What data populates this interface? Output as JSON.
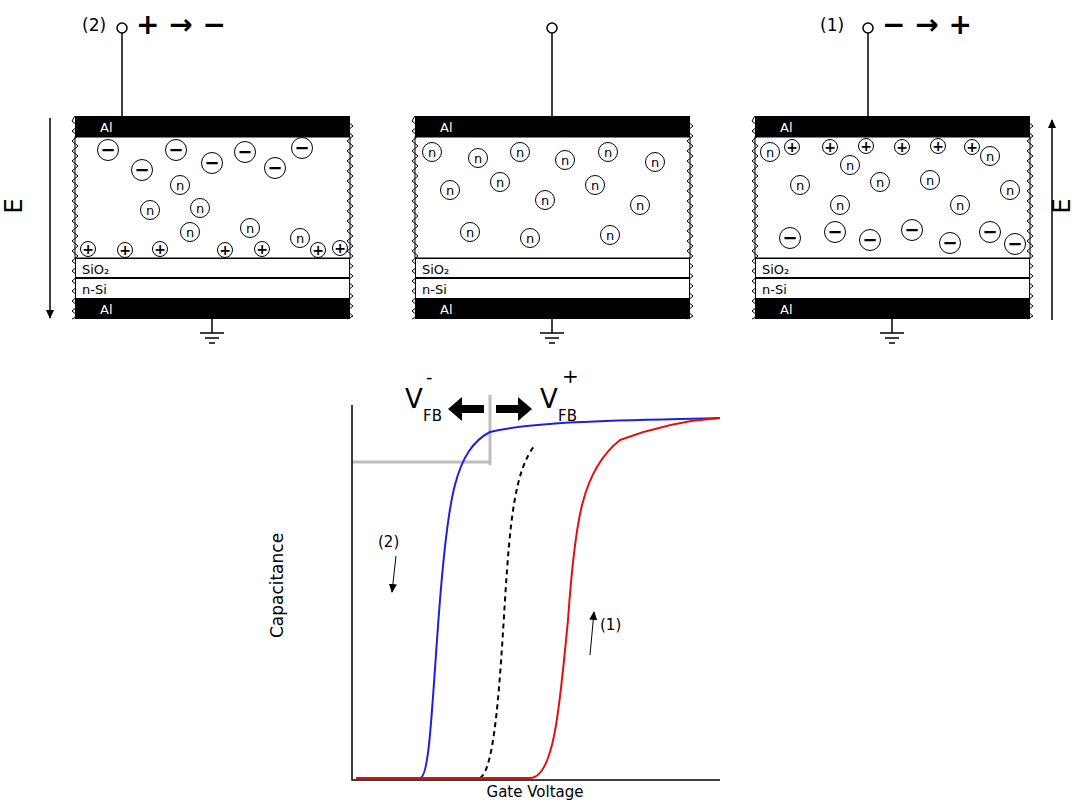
{
  "diagram": {
    "nodes": [
      {
        "text": [
          "Al"
        ]
      },
      {
        "text": [
          "−"
        ]
      },
      {
        "text": [
          "−"
        ]
      },
      {
        "text": [
          "−"
        ]
      },
      {
        "text": [
          "−"
        ]
      },
      {
        "text": [
          "−"
        ]
      },
      {
        "text": [
          "−"
        ]
      },
      {
        "text": [
          "−"
        ]
      },
      {
        "text": [
          "n"
        ]
      },
      {
        "text": [
          "n"
        ]
      },
      {
        "text": [
          "n"
        ]
      },
      {
        "text": [
          "n"
        ]
      },
      {
        "text": [
          "n"
        ]
      },
      {
        "text": [
          "n"
        ]
      },
      {
        "text": [
          "+"
        ]
      },
      {
        "text": [
          "+"
        ]
      },
      {
        "text": [
          "+"
        ]
      },
      {
        "text": [
          "+"
        ]
      },
      {
        "text": [
          "+"
        ]
      },
      {
        "text": [
          "+"
        ]
      },
      {
        "text": [
          "+"
        ]
      },
      {
        "text": [
          "SiO₂"
        ]
      },
      {
        "text": [
          "n-Si"
        ]
      },
      {
        "text": [
          "Al"
        ]
      },
      {
        "text": [
          "Al"
        ]
      },
      {
        "text": [
          "n"
        ]
      },
      {
        "text": [
          "n"
        ]
      },
      {
        "text": [
          "n"
        ]
      },
      {
        "text": [
          "n"
        ]
      },
      {
        "text": [
          "n"
        ]
      },
      {
        "text": [
          "n"
        ]
      },
      {
        "text": [
          "n"
        ]
      },
      {
        "text": [
          "n"
        ]
      },
      {
        "text": [
          "n"
        ]
      },
      {
        "text": [
          "n"
        ]
      },
      {
        "text": [
          "n"
        ]
      },
      {
        "text": [
          "n"
        ]
      },
      {
        "text": [
          "n"
        ]
      },
      {
        "text": [
          "n"
        ]
      },
      {
        "text": [
          "SiO₂"
        ]
      },
      {
        "text": [
          "n-Si"
        ]
      },
      {
        "text": [
          "Al"
        ]
      },
      {
        "text": [
          "Al"
        ]
      },
      {
        "text": [
          "+"
        ]
      },
      {
        "text": [
          "+"
        ]
      },
      {
        "text": [
          "+"
        ]
      },
      {
        "text": [
          "+"
        ]
      },
      {
        "text": [
          "+"
        ]
      },
      {
        "text": [
          "+"
        ]
      },
      {
        "text": [
          "n"
        ]
      },
      {
        "text": [
          "n"
        ]
      },
      {
        "text": [
          "n"
        ]
      },
      {
        "text": [
          "n"
        ]
      },
      {
        "text": [
          "n"
        ]
      },
      {
        "text": [
          "n"
        ]
      },
      {
        "text": [
          "n"
        ]
      },
      {
        "text": [
          "n"
        ]
      },
      {
        "text": [
          "n"
        ]
      },
      {
        "text": [
          "−"
        ]
      },
      {
        "text": [
          "−"
        ]
      },
      {
        "text": [
          "−"
        ]
      },
      {
        "text": [
          "−"
        ]
      },
      {
        "text": [
          "−"
        ]
      },
      {
        "text": [
          "−"
        ]
      },
      {
        "text": [
          "−"
        ]
      },
      {
        "text": [
          "SiO₂"
        ]
      },
      {
        "text": [
          "n-Si"
        ]
      },
      {
        "text": [
          "Al"
        ]
      }
    ],
    "labels": [
      "(2)",
      "+ → −",
      "(1)",
      "− → +",
      "E",
      "E",
      "V",
      "FB",
      "-",
      "V",
      "FB",
      "+",
      "Capacitance",
      "(2)",
      "(1)",
      "Gate Voltage"
    ]
  }
}
